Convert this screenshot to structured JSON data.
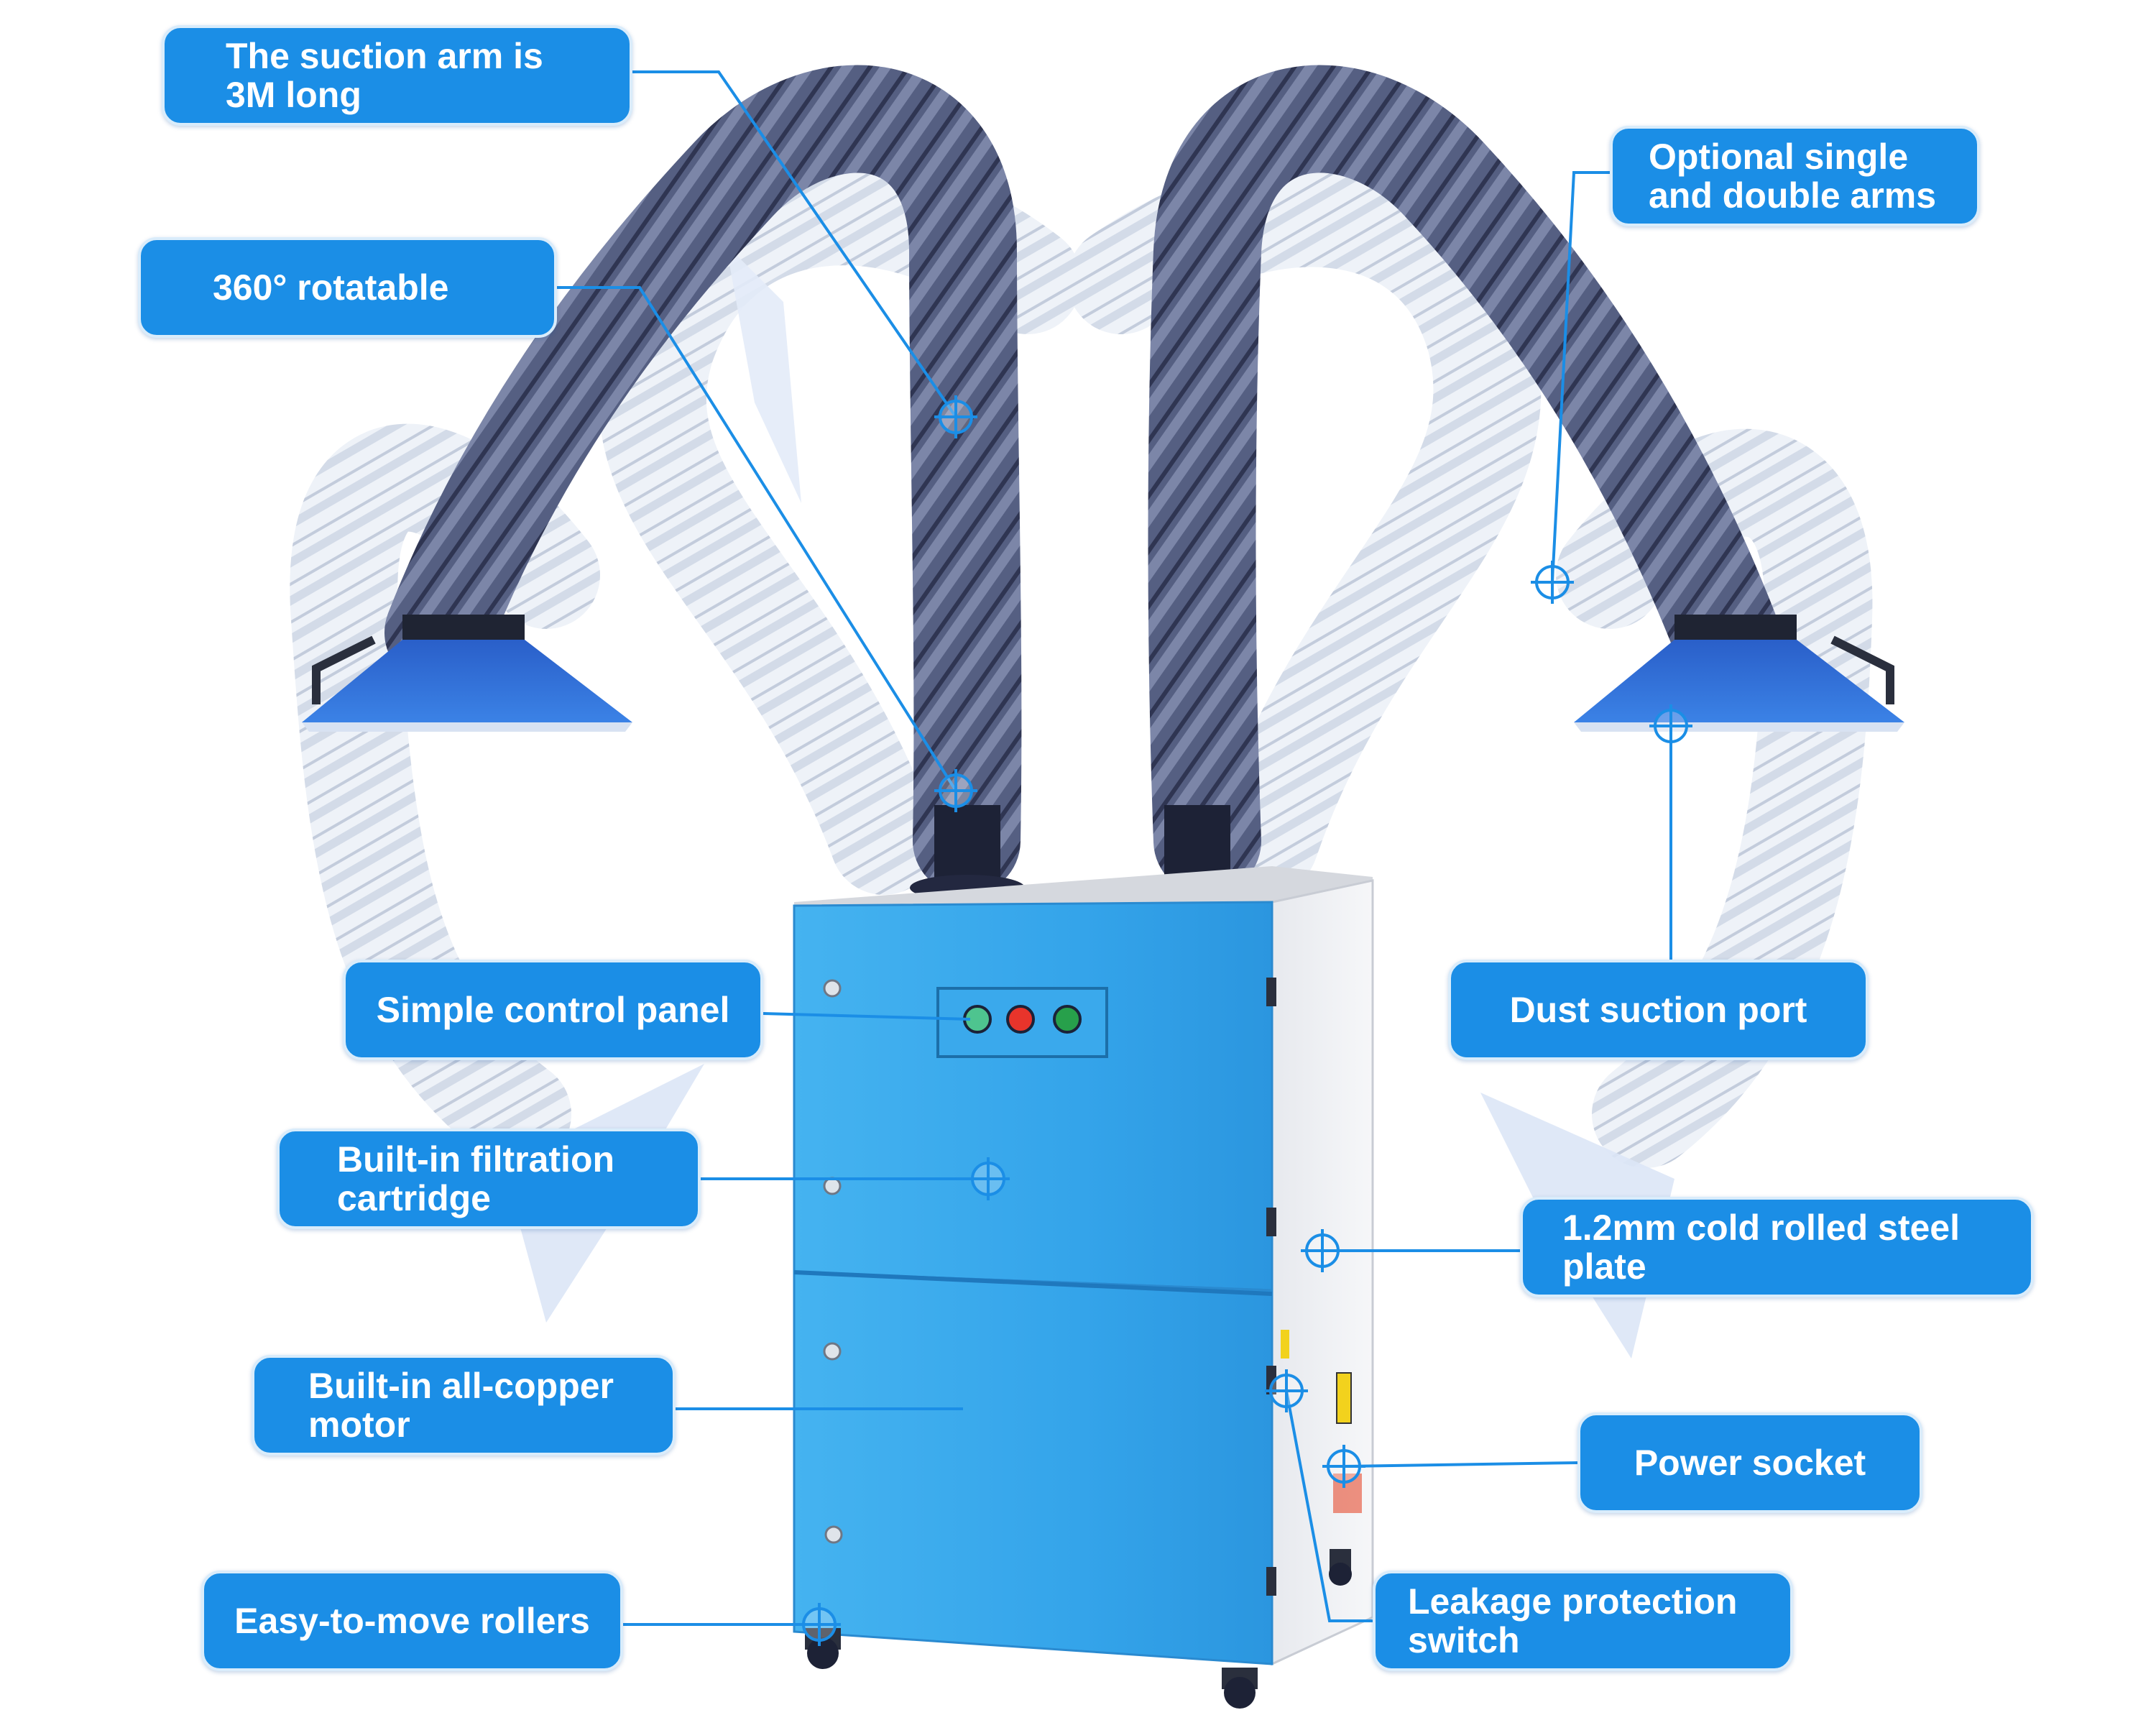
{
  "callouts": {
    "suction_arm": "The suction arm is\n3M long",
    "rotatable": "360° rotatable",
    "optional_arms": "Optional single\nand double arms",
    "control_panel": "Simple control panel",
    "dust_port": "Dust suction port",
    "filtration": "Built-in filtration\ncartridge",
    "steel_plate": "1.2mm cold rolled steel\nplate",
    "motor": "Built-in all-copper\nmotor",
    "power_socket": "Power socket",
    "rollers": "Easy-to-move rollers",
    "leakage": "Leakage protection\nswitch"
  },
  "colors": {
    "callout_bg": "#1b8ee6",
    "cabinet_blue": "#35a8ec",
    "hood_blue": "#2f6fd8",
    "hose_dark": "#4b5578",
    "hose_light": "#e9eef6",
    "leader_line": "#1b8ee6"
  }
}
